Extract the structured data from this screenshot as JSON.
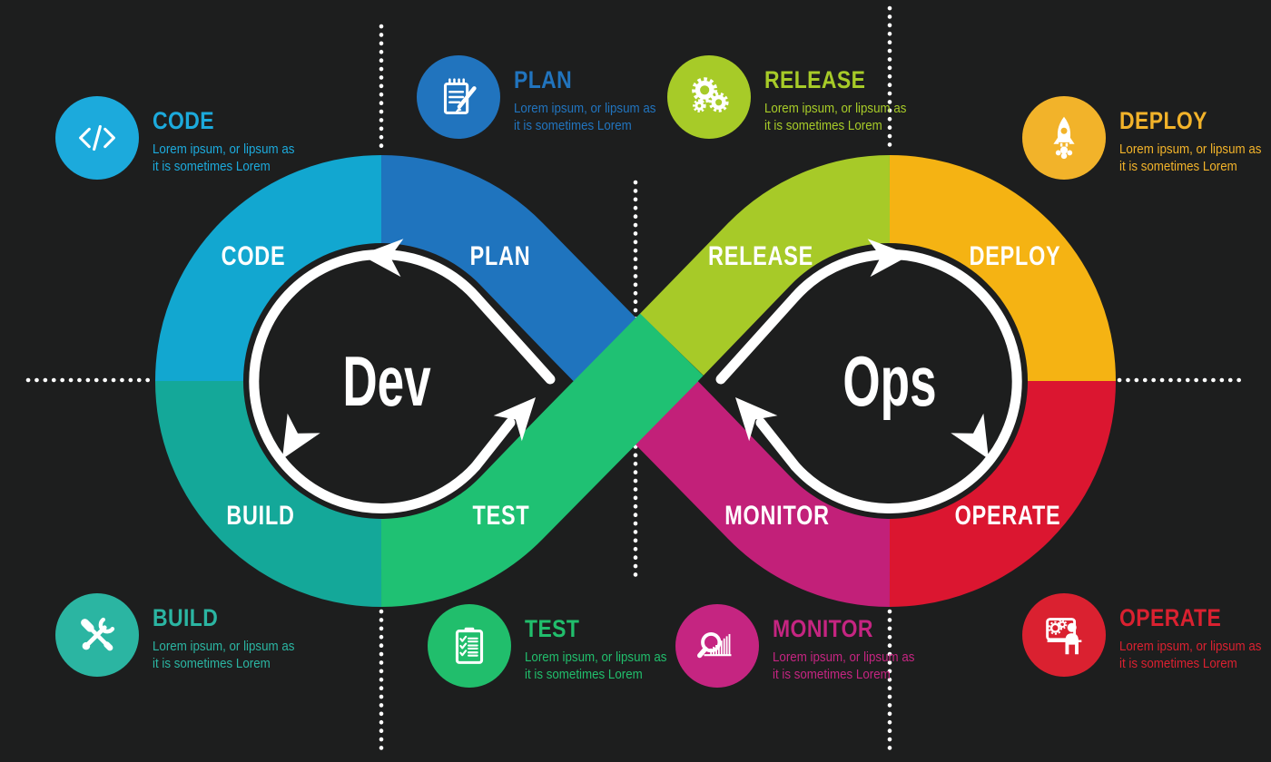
{
  "colors": {
    "background": "#1d1e1e",
    "arrow_white": "#ffffff"
  },
  "loop": {
    "dev_label": "Dev",
    "ops_label": "Ops",
    "segments": [
      {
        "id": "code",
        "label": "CODE",
        "color": "#12a7d0"
      },
      {
        "id": "plan",
        "label": "PLAN",
        "color": "#1f74be"
      },
      {
        "id": "build",
        "label": "BUILD",
        "color": "#14a899"
      },
      {
        "id": "test",
        "label": "TEST",
        "color": "#1fc173"
      },
      {
        "id": "release",
        "label": "RELEASE",
        "color": "#a7ca28"
      },
      {
        "id": "deploy",
        "label": "DEPLOY",
        "color": "#f5b313"
      },
      {
        "id": "monitor",
        "label": "MONITOR",
        "color": "#c22079"
      },
      {
        "id": "operate",
        "label": "OPERATE",
        "color": "#db1630"
      }
    ]
  },
  "callouts": [
    {
      "id": "code",
      "title": "CODE",
      "icon": "code-icon",
      "color": "#1caadc",
      "desc": [
        "Lorem ipsum, or lipsum as",
        "it is sometimes Lorem"
      ]
    },
    {
      "id": "plan",
      "title": "PLAN",
      "icon": "plan-icon",
      "color": "#2174be",
      "desc": [
        "Lorem ipsum, or lipsum as",
        "it is sometimes Lorem"
      ]
    },
    {
      "id": "release",
      "title": "RELEASE",
      "icon": "release-icon",
      "color": "#a7cb28",
      "desc": [
        "Lorem ipsum, or lipsum as",
        "it is sometimes Lorem"
      ]
    },
    {
      "id": "deploy",
      "title": "DEPLOY",
      "icon": "deploy-icon",
      "color": "#f2b32a",
      "desc": [
        "Lorem ipsum, or lipsum as",
        "it is sometimes Lorem"
      ]
    },
    {
      "id": "build",
      "title": "BUILD",
      "icon": "build-icon",
      "color": "#2bb5a2",
      "desc": [
        "Lorem ipsum, or lipsum as",
        "it is sometimes Lorem"
      ]
    },
    {
      "id": "test",
      "title": "TEST",
      "icon": "test-icon",
      "color": "#21be6c",
      "desc": [
        "Lorem ipsum, or lipsum as",
        "it is sometimes Lorem"
      ]
    },
    {
      "id": "monitor",
      "title": "MONITOR",
      "icon": "monitor-icon",
      "color": "#c52581",
      "desc": [
        "Lorem ipsum, or lipsum as",
        "it is sometimes Lorem"
      ]
    },
    {
      "id": "operate",
      "title": "OPERATE",
      "icon": "operate-icon",
      "color": "#da2130",
      "desc": [
        "Lorem ipsum, or lipsum as",
        "it is sometimes Lorem"
      ]
    }
  ]
}
